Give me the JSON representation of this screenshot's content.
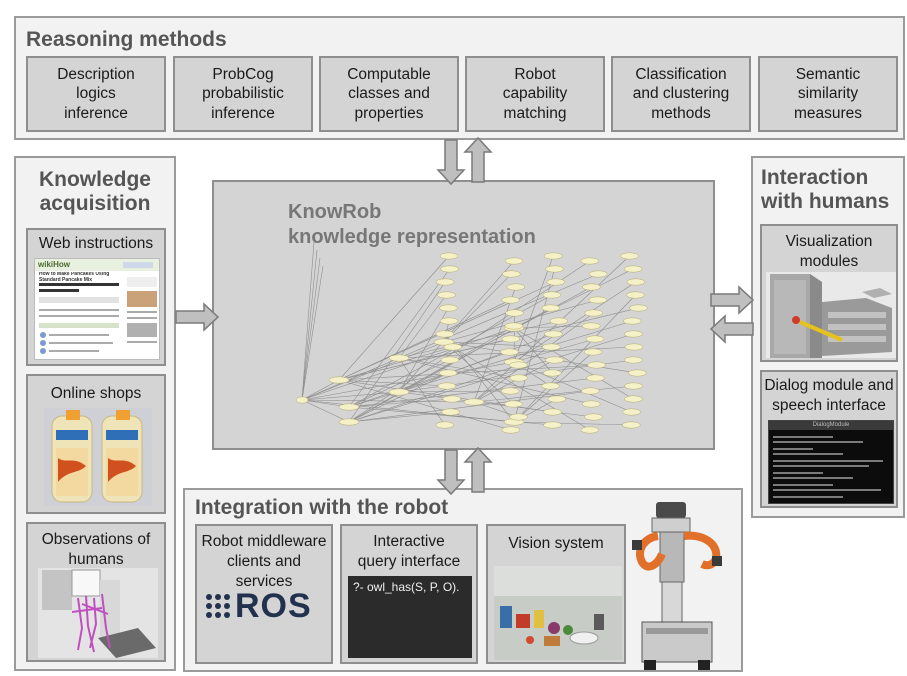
{
  "reasoning": {
    "title": "Reasoning methods",
    "methods": [
      {
        "id": "description-logics",
        "label": "Description\nlogics\ninference"
      },
      {
        "id": "probcog",
        "label": "ProbCog\nprobabilistic\ninference"
      },
      {
        "id": "computable-classes",
        "label": "Computable\nclasses and\nproperties"
      },
      {
        "id": "robot-capability",
        "label": "Robot\ncapability\nmatching"
      },
      {
        "id": "classification-clustering",
        "label": "Classification\nand clustering\nmethods"
      },
      {
        "id": "semantic-similarity",
        "label": "Semantic\nsimilarity\nmeasures"
      }
    ]
  },
  "acquisition": {
    "title": "Knowledge\nacquisition",
    "web": {
      "title": "Web instructions",
      "site": "wikiHow",
      "headline": "How to Make Pancakes Using Standard Pancake Mix"
    },
    "shops": {
      "title": "Online shops"
    },
    "observations": {
      "title": "Observations of\nhumans"
    }
  },
  "core": {
    "title": "KnowRob\nknowledge representation"
  },
  "interaction": {
    "title": "Interaction\nwith humans",
    "visualization": {
      "title": "Visualization\nmodules"
    },
    "dialog": {
      "title": "Dialog module and\nspeech interface",
      "window_title": "DialogModule"
    }
  },
  "integration": {
    "title": "Integration with the robot",
    "middleware": {
      "title": "Robot middleware\nclients and services",
      "logo": "ROS"
    },
    "query": {
      "title": "Interactive\nquery interface",
      "prompt": "?- owl_has(S, P, O)."
    },
    "vision": {
      "title": "Vision system"
    }
  }
}
